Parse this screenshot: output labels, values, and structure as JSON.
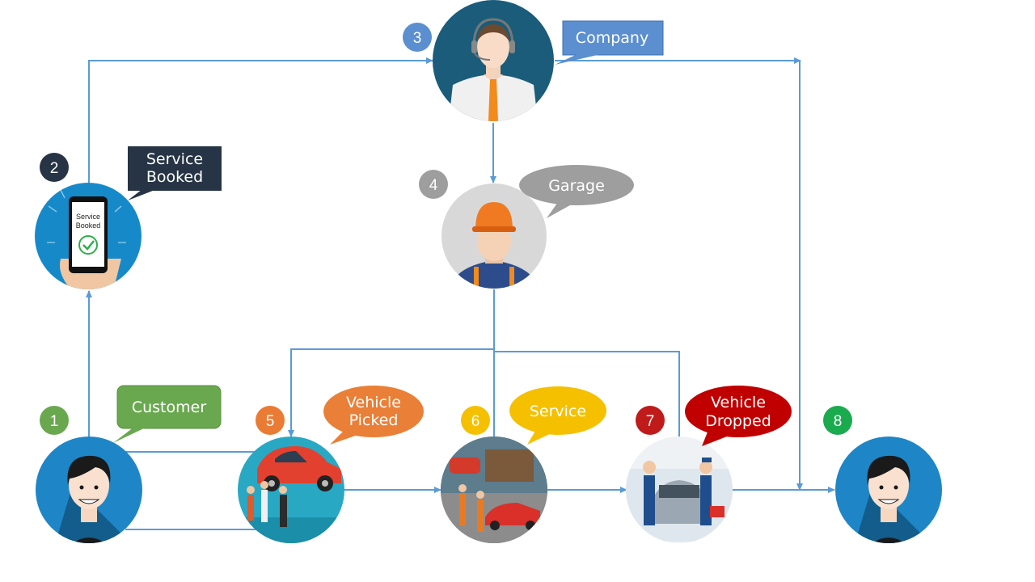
{
  "nodes": [
    {
      "id": "1",
      "role": "customer",
      "badge": "1",
      "badge_color": "#6aa84f",
      "label": [
        "Customer"
      ],
      "label_color": "#6aa84f"
    },
    {
      "id": "2",
      "role": "booking",
      "badge": "2",
      "badge_color": "#263445",
      "label": [
        "Service",
        "Booked"
      ],
      "label_color": "#263445",
      "phone_text": [
        "Service",
        "Booked"
      ]
    },
    {
      "id": "3",
      "role": "company",
      "badge": "3",
      "badge_color": "#5b8fd0",
      "label": [
        "Company"
      ],
      "label_color": "#5b8fd0"
    },
    {
      "id": "4",
      "role": "garage",
      "badge": "4",
      "badge_color": "#9e9e9e",
      "label": [
        "Garage"
      ],
      "label_color": "#9e9e9e"
    },
    {
      "id": "5",
      "role": "pickup",
      "badge": "5",
      "badge_color": "#e97b35",
      "label": [
        "Vehicle",
        "Picked"
      ],
      "label_color": "#ea7f37"
    },
    {
      "id": "6",
      "role": "service",
      "badge": "6",
      "badge_color": "#f5c000",
      "label": [
        "Service"
      ],
      "label_color": "#f5c000"
    },
    {
      "id": "7",
      "role": "dropoff",
      "badge": "7",
      "badge_color": "#bf1b1b",
      "label": [
        "Vehicle",
        "Dropped"
      ],
      "label_color": "#c00000"
    },
    {
      "id": "8",
      "role": "customer-end",
      "badge": "8",
      "badge_color": "#1aab4e",
      "label": [],
      "label_color": "#1aab4e"
    }
  ],
  "colors": {
    "connector": "#5b9bd5",
    "node_blue": "#1e86c6",
    "company_circle": "#1a5c7a",
    "garage_circle": "#d8d8d8"
  }
}
